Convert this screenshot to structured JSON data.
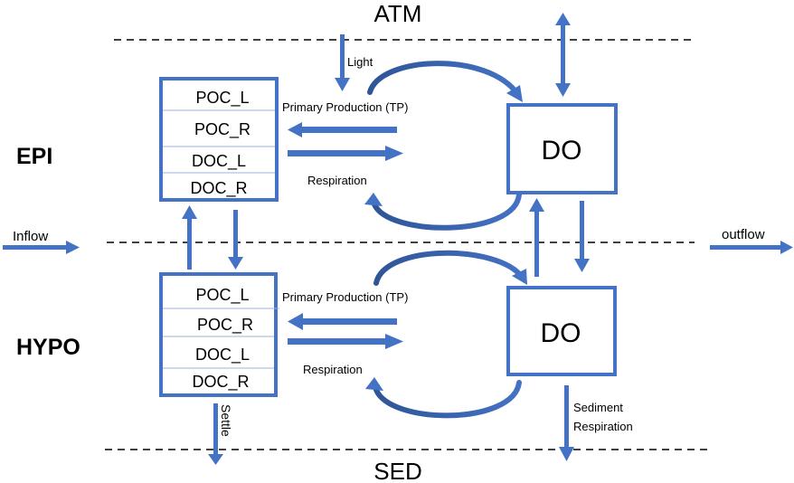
{
  "colors": {
    "accent": "#4472C4",
    "curve_dark": "#2F5597",
    "divider": "#000000",
    "text": "#000000"
  },
  "boundaries": {
    "top": "ATM",
    "bottom": "SED"
  },
  "layers": [
    {
      "name": "EPI",
      "carbon_pools": [
        "POC_L",
        "POC_R",
        "DOC_L",
        "DOC_R"
      ],
      "do_label": "DO",
      "primary_production_label": "Primary Production (TP)",
      "respiration_label": "Respiration"
    },
    {
      "name": "HYPO",
      "carbon_pools": [
        "POC_L",
        "POC_R",
        "DOC_L",
        "DOC_R"
      ],
      "do_label": "DO",
      "primary_production_label": "Primary Production (TP)",
      "respiration_label": "Respiration"
    }
  ],
  "fluxes": {
    "light": "Light",
    "inflow": "Inflow",
    "outflow": "outflow",
    "settle": "Settle",
    "sediment_respiration_line1": "Sediment",
    "sediment_respiration_line2": "Respiration"
  }
}
